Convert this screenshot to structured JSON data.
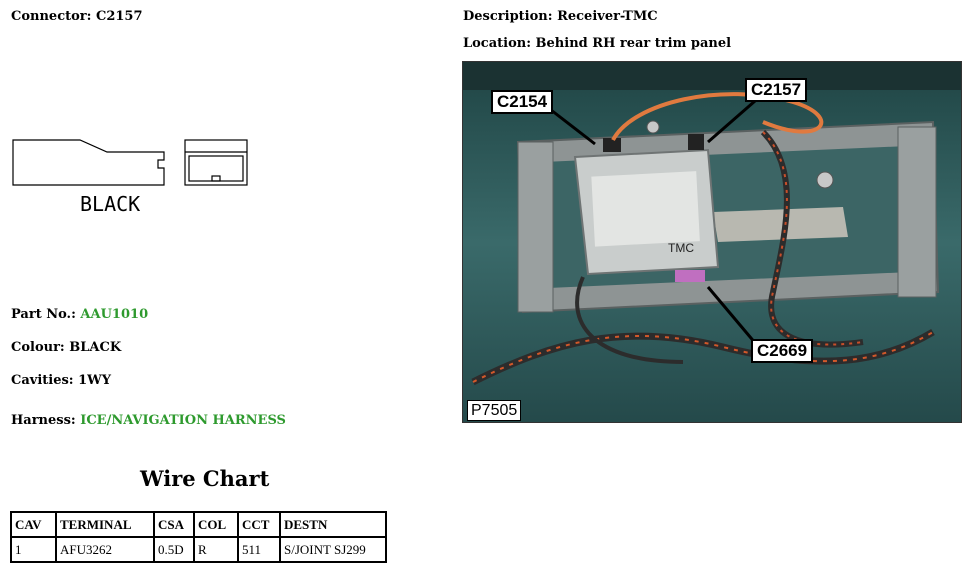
{
  "connector": {
    "label": "Connector:",
    "value": "C2157"
  },
  "description": {
    "label": "Description:",
    "value": "Receiver-TMC"
  },
  "location": {
    "label": "Location:",
    "value": "Behind RH rear trim panel"
  },
  "drawing": {
    "colour_text": "BLACK"
  },
  "part_no": {
    "label": "Part No.:",
    "value": "AAU1010"
  },
  "colour": {
    "label": "Colour:",
    "value": "BLACK"
  },
  "cavities": {
    "label": "Cavities:",
    "value": "1WY"
  },
  "harness": {
    "label": "Harness:",
    "value": "ICE/NAVIGATION HARNESS"
  },
  "wire_chart": {
    "title": "Wire Chart",
    "headers": [
      "CAV",
      "TERMINAL",
      "CSA",
      "COL",
      "CCT",
      "DESTN"
    ],
    "rows": [
      [
        "1",
        "AFU3262",
        "0.5D",
        "R",
        "511",
        "S/JOINT SJ299"
      ]
    ]
  },
  "photo": {
    "callouts": [
      "C2154",
      "C2157",
      "C2669"
    ],
    "module_label": "TMC",
    "photo_id": "P7505"
  },
  "colors": {
    "green_text": "#2e9a2e"
  }
}
